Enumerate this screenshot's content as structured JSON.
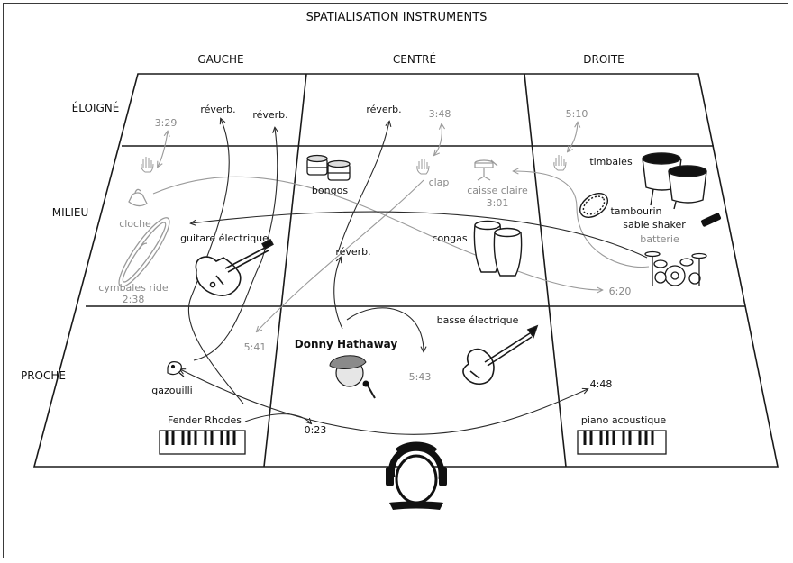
{
  "title": "SPATIALISATION INSTRUMENTS",
  "columns": {
    "left": "GAUCHE",
    "center": "CENTRÉ",
    "right": "DROITE"
  },
  "rows": {
    "far": "ÉLOIGNÉ",
    "middle": "MILIEU",
    "near": "PROCHE"
  },
  "instruments": {
    "bongos": "bongos",
    "clap": "clap",
    "snare": "caisse claire",
    "snare_time": "3:01",
    "timbales": "timbales",
    "tambourine": "tambourin",
    "sable_shaker": "sable shaker",
    "drums": "batterie",
    "bell": "cloche",
    "ride": "cymbales ride",
    "ride_time": "2:38",
    "electric_guitar": "guitare électrique",
    "congas": "congas",
    "bass": "basse électrique",
    "chirp": "gazouilli",
    "rhodes": "Fender Rhodes",
    "piano": "piano acoustique",
    "vocalist": "Donny Hathaway"
  },
  "reverbs": {
    "r1": "réverb.",
    "r2": "réverb.",
    "r3": "réverb.",
    "r4": "réverb."
  },
  "times": {
    "t329": "3:29",
    "t348": "3:48",
    "t510": "5:10",
    "t620": "6:20",
    "t541": "5:41",
    "t543": "5:43",
    "t448": "4:48",
    "t023": "0:23"
  },
  "colors": {
    "line": "#1a1a1a",
    "muted": "#8a8a8a"
  }
}
